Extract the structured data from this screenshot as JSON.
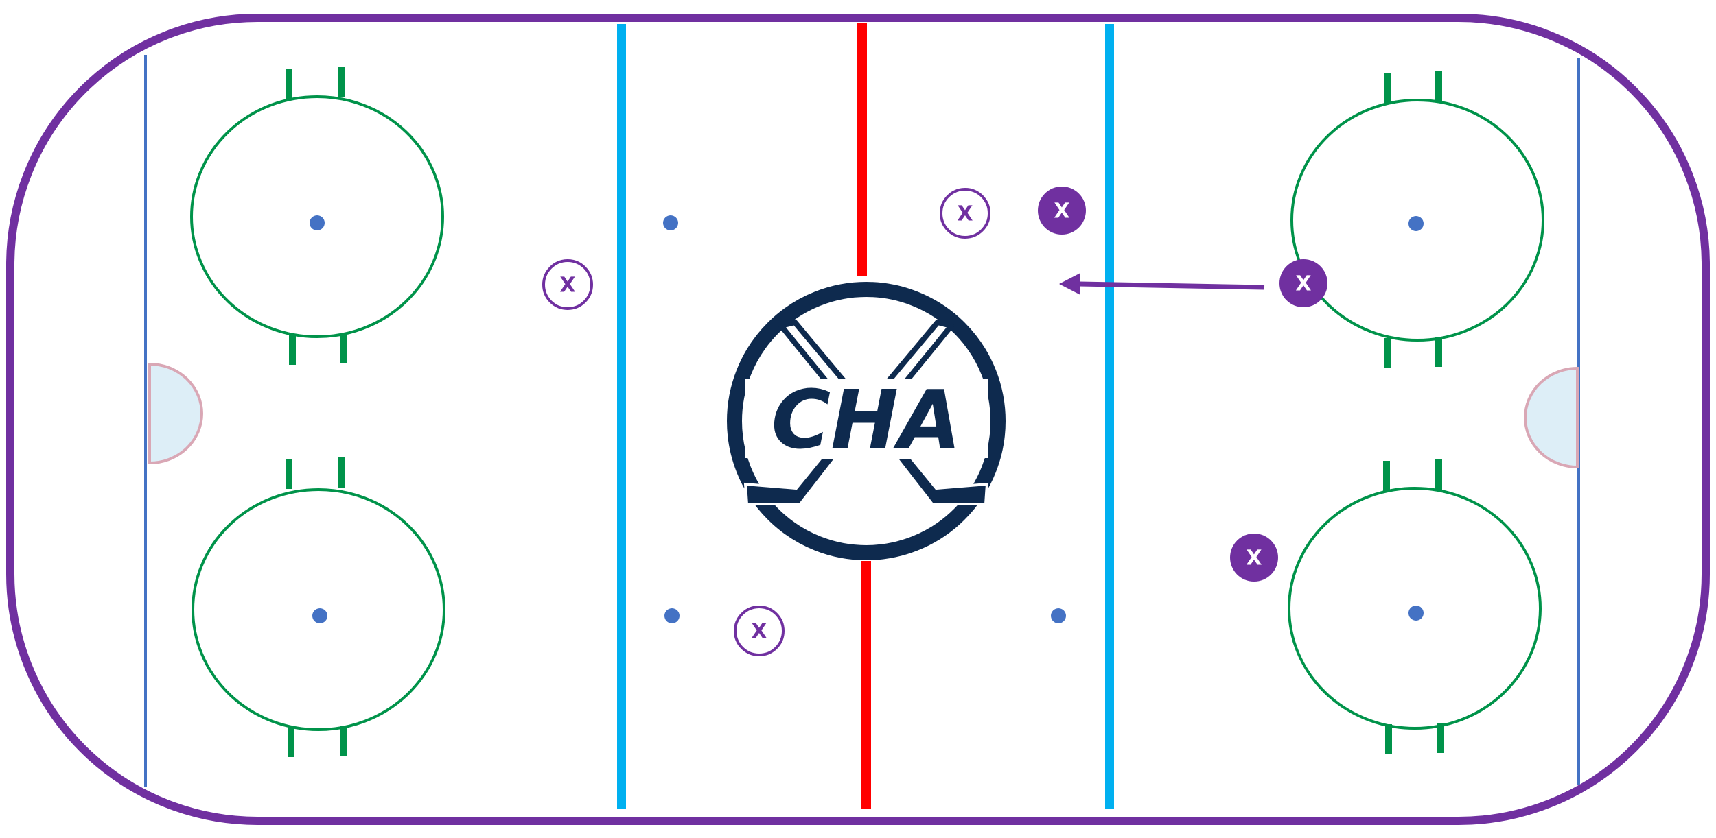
{
  "colors": {
    "boards": "#7030a0",
    "blue_line": "#00b0f0",
    "red_line": "#ff0000",
    "faceoff_circle": "#00934a",
    "hash_mark": "#00934a",
    "goal_line": "#4472c4",
    "dot": "#4472c4",
    "crease_fill": "#ddeef7",
    "crease_stroke": "#d9a7b5",
    "logo_navy": "#0e2a4e",
    "player": "#7030a0",
    "player_text_on_filled": "#ffffff",
    "ice": "#ffffff"
  },
  "logo": {
    "text": "CHA",
    "icon": "crossed-hockey-sticks-icon"
  },
  "players": {
    "teammate_label": "X",
    "opponent_label": "X"
  },
  "pass_arrow": {
    "icon": "arrow-left-icon"
  }
}
